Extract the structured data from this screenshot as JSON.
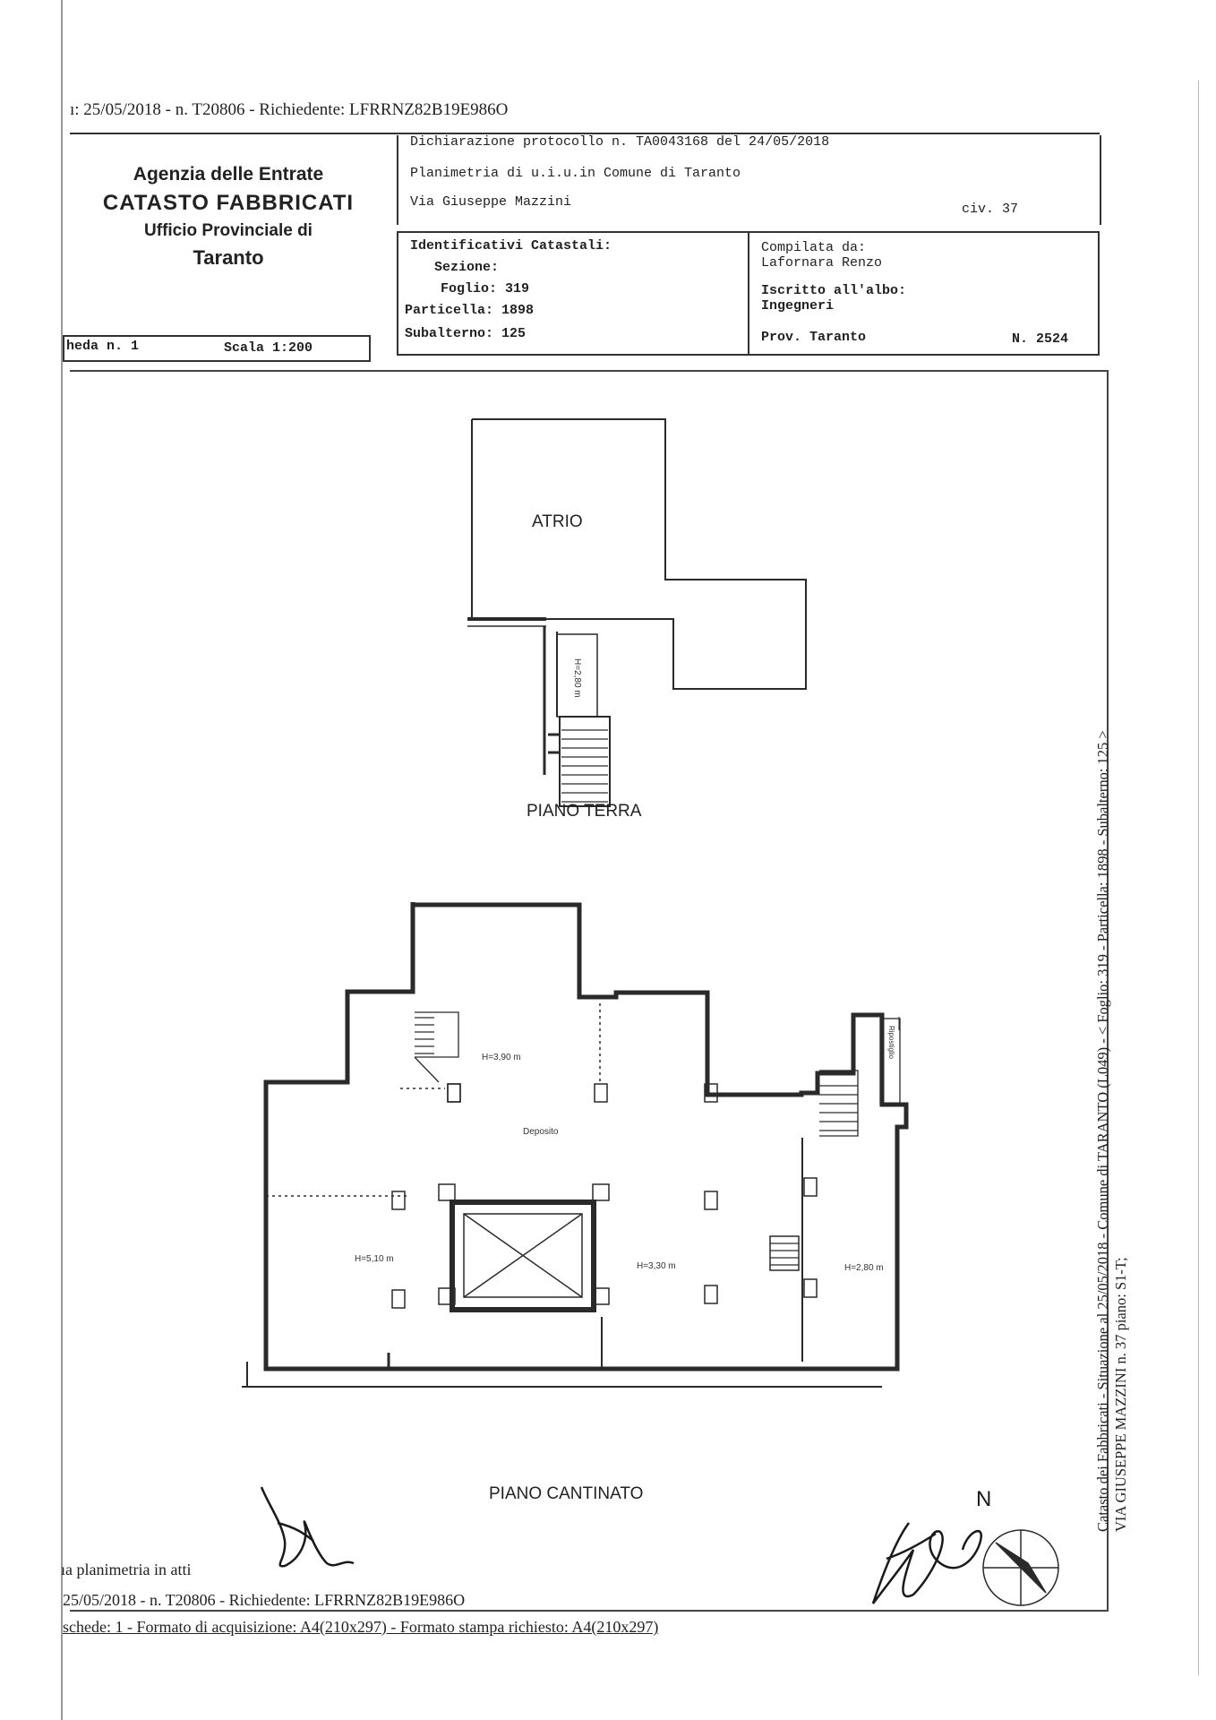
{
  "header": {
    "request_line": "ı: 25/05/2018 - n. T20806 - Richiedente: LFRRNZ82B19E986O"
  },
  "agency": {
    "line1": "Agenzia delle Entrate",
    "line2": "CATASTO FABBRICATI",
    "line3": "Ufficio Provinciale di",
    "line4": "Taranto"
  },
  "declaration": {
    "protocol": "Dichiarazione protocollo n. TA0043168 del 24/05/2018",
    "plan_of": "Planimetria di u.i.u.in Comune di Taranto",
    "street": "Via Giuseppe Mazzini",
    "civic": "civ. 37"
  },
  "identifiers": {
    "title": "Identificativi Catastali:",
    "section_label": "Sezione:",
    "sheet": "Foglio: 319",
    "parcel": "Particella: 1898",
    "subunit": "Subalterno: 125"
  },
  "compiler": {
    "compiled_by_label": "Compilata da:",
    "compiled_by": "Lafornara Renzo",
    "registered_label": "Iscritto all'albo:",
    "registered": "Ingegneri",
    "province": "Prov. Taranto",
    "number": "N. 2524"
  },
  "scheda": {
    "sheet_no": "heda n. 1",
    "scale": "Scala 1:200"
  },
  "plan": {
    "atrio": "ATRIO",
    "h_ground": "H=2,80 m",
    "piano_terra": "PIANO TERRA",
    "h_top": "H=3,90 m",
    "deposito": "Deposito",
    "h_left": "H=5,10 m",
    "h_center": "H=3,30 m",
    "h_right": "H=2,80 m",
    "ripostiglio": "Ripostiglio",
    "piano_cantinato": "PIANO CANTINATO",
    "north": "N"
  },
  "side_note": {
    "line1": "Catasto dei Fabbricati - Situazione al 25/05/2018 - Comune di TARANTO (L049) - < Foglio: 319 - Particella: 1898 - Subalterno: 125 >",
    "line2": "VIA GIUSEPPE MAZZINI n. 37 piano: S1-T;"
  },
  "footer": {
    "in_atti": "ıa planimetria in atti",
    "request_line": "25/05/2018 - n. T20806 - Richiedente: LFRRNZ82B19E986O",
    "format_line": "schede: 1 - Formato di acquisizione: A4(210x297) - Formato stampa richiesto: A4(210x297)"
  }
}
